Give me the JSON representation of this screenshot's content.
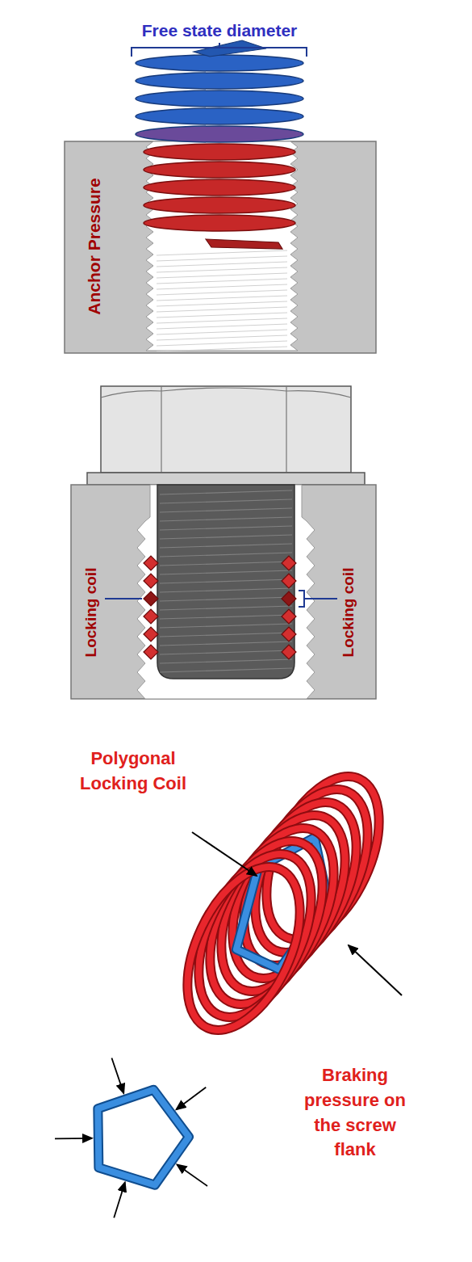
{
  "diagram": {
    "labels": [
      "Free state diameter",
      "Anchor Pressure",
      "Locking coil",
      "Locking coil",
      "Polygonal Locking Coil",
      "Braking pressure on the screw flank"
    ]
  }
}
